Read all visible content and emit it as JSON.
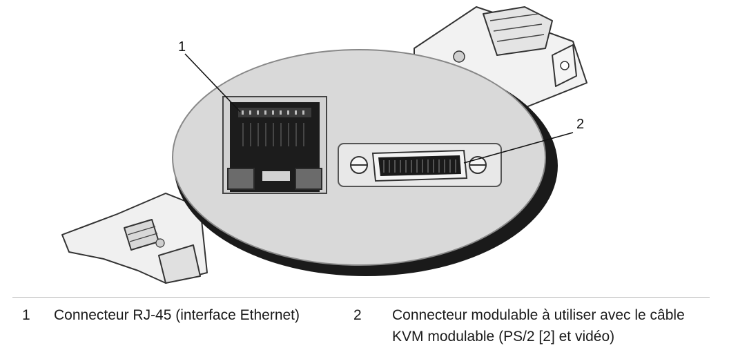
{
  "callouts": [
    {
      "number": "1",
      "label": "Connecteur RJ-45 (interface Ethernet)"
    },
    {
      "number": "2",
      "label_line1": "Connecteur modulable à utiliser avec le câble",
      "label_line2": "KVM modulable (PS/2 [2] et vidéo)"
    }
  ]
}
